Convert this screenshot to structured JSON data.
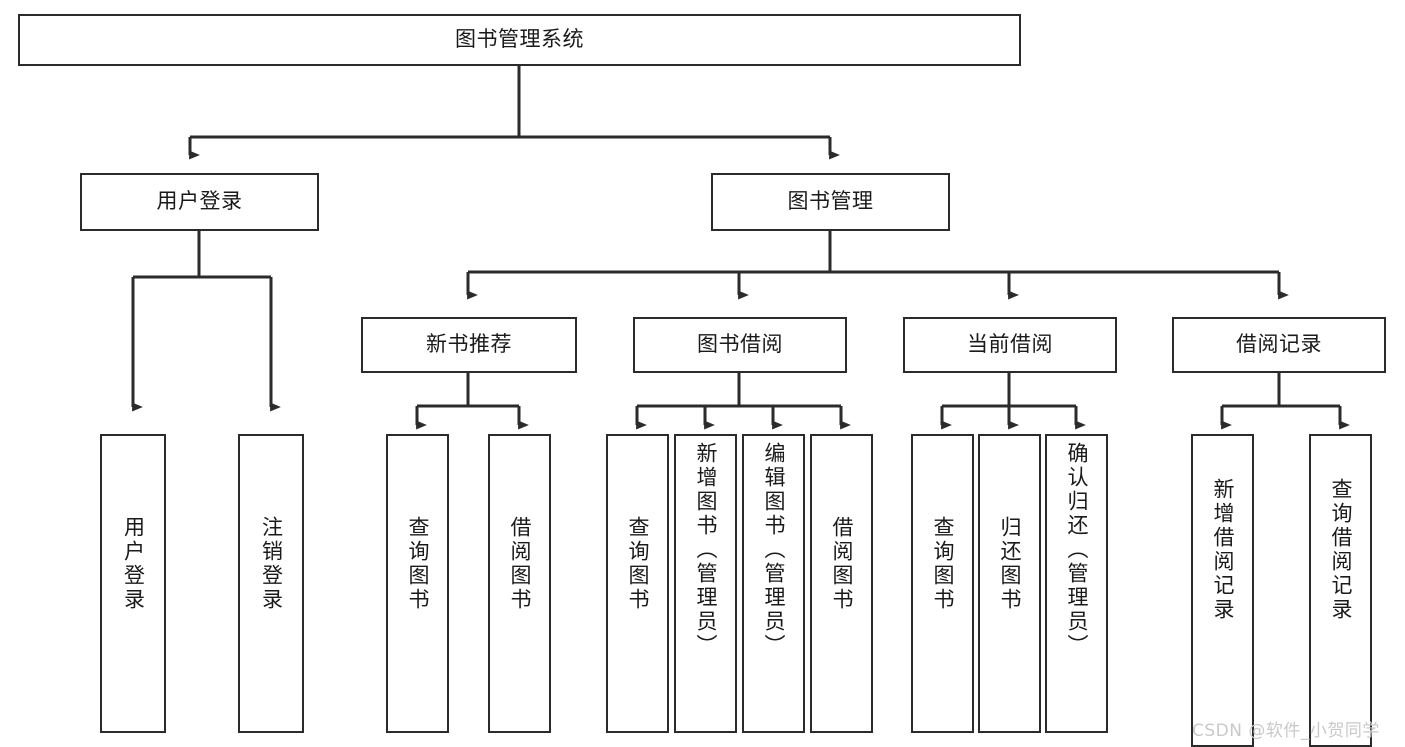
{
  "diagram": {
    "type": "tree",
    "title": "图书管理系统",
    "background_color": "#ffffff",
    "line_color": "#2b2b2b",
    "text_color": "#1a1a1a"
  },
  "nodes": {
    "root": {
      "label": "图书管理系统",
      "level": 0,
      "orientation": "horizontal"
    },
    "l1": [
      {
        "label": "用户登录",
        "orientation": "horizontal"
      },
      {
        "label": "图书管理",
        "orientation": "horizontal"
      }
    ],
    "l2": [
      {
        "label": "新书推荐",
        "orientation": "horizontal"
      },
      {
        "label": "图书借阅",
        "orientation": "horizontal"
      },
      {
        "label": "当前借阅",
        "orientation": "horizontal"
      },
      {
        "label": "借阅记录",
        "orientation": "horizontal"
      }
    ],
    "leaves_user_login": [
      {
        "label": "用户登录",
        "orientation": "vertical"
      },
      {
        "label": "注销登录",
        "orientation": "vertical"
      }
    ],
    "leaves_new_books": [
      {
        "label": "查询图书",
        "orientation": "vertical"
      },
      {
        "label": "借阅图书",
        "orientation": "vertical"
      }
    ],
    "leaves_borrow": [
      {
        "label": "查询图书",
        "orientation": "vertical"
      },
      {
        "label": "新增图书（管理员）",
        "orientation": "vertical"
      },
      {
        "label": "编辑图书（管理员）",
        "orientation": "vertical"
      },
      {
        "label": "借阅图书",
        "orientation": "vertical"
      }
    ],
    "leaves_current": [
      {
        "label": "查询图书",
        "orientation": "vertical"
      },
      {
        "label": "归还图书",
        "orientation": "vertical"
      },
      {
        "label": "确认归还（管理员）",
        "orientation": "vertical"
      }
    ],
    "leaves_records": [
      {
        "label": "新增借阅记录",
        "orientation": "vertical"
      },
      {
        "label": "查询借阅记录",
        "orientation": "vertical"
      }
    ]
  },
  "watermark": {
    "text": "CSDN @软件_小贺同学"
  }
}
